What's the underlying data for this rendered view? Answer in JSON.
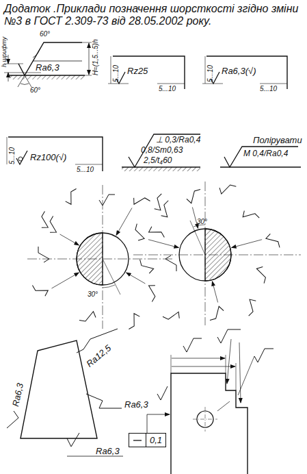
{
  "diagram": {
    "title": "Додаток .Приклади позначення шорсткості згідно зміни №3 в ГОСТ 2.309-73 від 28.05.2002 року.",
    "nodes": [
      {
        "text": [
          "0,1"
        ]
      }
    ],
    "labels": [
      "h шрифту",
      "60°",
      "H≈(1,5...5)h",
      "60°",
      "Ra6,3",
      "5...10",
      "Rz25",
      "5...10",
      "5...10",
      "Ra6,3(√)",
      "5...10",
      "5...10",
      "Rz100(√)",
      "5...10",
      "⊥ 0,3/Ra0,4",
      "0,8/Sm0,63",
      "2,5/t₄60",
      "Полірувати",
      "M 0,4/Ra0,4",
      "30°",
      "30°",
      "Ra6,3",
      "Ra12,5",
      "Ra6,3",
      "Ra6,3"
    ]
  }
}
